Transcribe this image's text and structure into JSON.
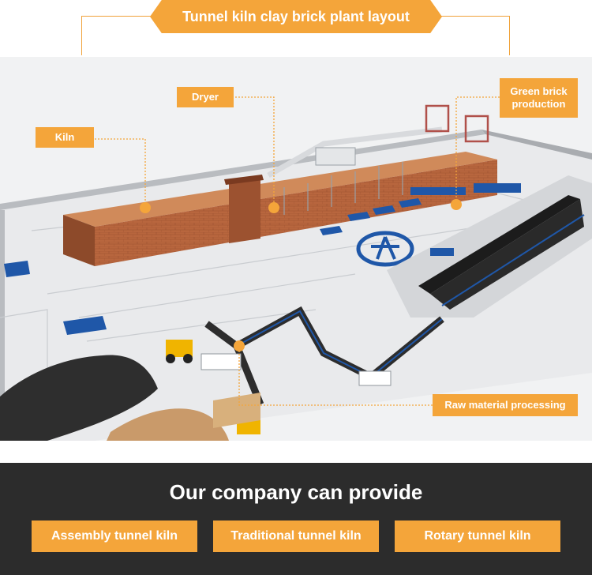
{
  "header": {
    "title": "Tunnel kiln clay brick plant layout"
  },
  "labels": {
    "kiln": "Kiln",
    "dryer": "Dryer",
    "green_brick": "Green brick production",
    "raw_material": "Raw material processing"
  },
  "footer": {
    "title": "Our company can provide",
    "products": [
      "Assembly tunnel kiln",
      "Traditional tunnel kiln",
      "Rotary tunnel kiln"
    ]
  },
  "colors": {
    "accent": "#f4a53a",
    "footer_bg": "#2c2c2c",
    "brick": "#b5643c",
    "machine_blue": "#1f57a8"
  }
}
